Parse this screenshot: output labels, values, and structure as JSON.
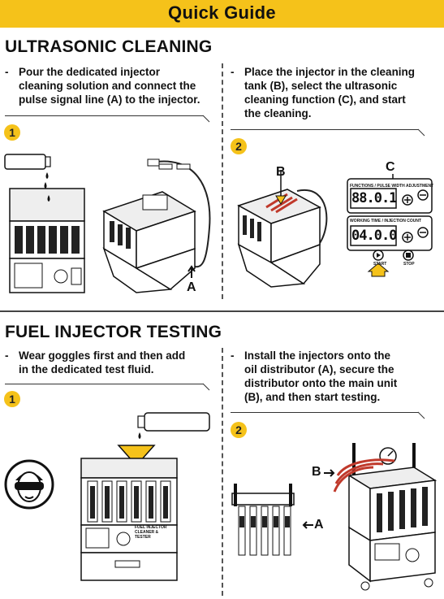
{
  "banner": {
    "title": "Quick Guide",
    "color": "#f5c21a"
  },
  "ultrasonic": {
    "title": "ULTRASONIC CLEANING",
    "left_step": {
      "dash": "-",
      "text": "Pour the dedicated injector\ncleaning solution and connect the\npulse signal line (A) to the injector."
    },
    "right_step": {
      "dash": "-",
      "text": "Place the injector in the cleaning\ntank (B), select the ultrasonic\ncleaning function (C), and start\nthe cleaning."
    },
    "badge_left": "1",
    "badge_right": "2",
    "label_a": "A",
    "label_b": "B",
    "label_c": "C",
    "panel": {
      "functions_label": "FUNCTIONS / PULSE WIDTH ADJUSTMENT",
      "functions_value": "88.0.1",
      "working_label": "WORKING TIME / INJECTION COUNT",
      "working_value": "04.0.0",
      "start_label": "START",
      "stop_label": "STOP"
    }
  },
  "testing": {
    "title": "FUEL INJECTOR TESTING",
    "left_step": {
      "dash": "-",
      "text": "Wear goggles first and then add\nin the dedicated test fluid."
    },
    "right_step": {
      "dash": "-",
      "text": "Install the injectors onto the\noil distributor (A), secure the\ndistributor onto the main unit\n(B), and then start testing."
    },
    "badge_left": "1",
    "badge_right": "2",
    "label_a": "A",
    "label_b": "B",
    "machine_caption": "FUEL INJECTOR CLEANER & TESTER"
  }
}
